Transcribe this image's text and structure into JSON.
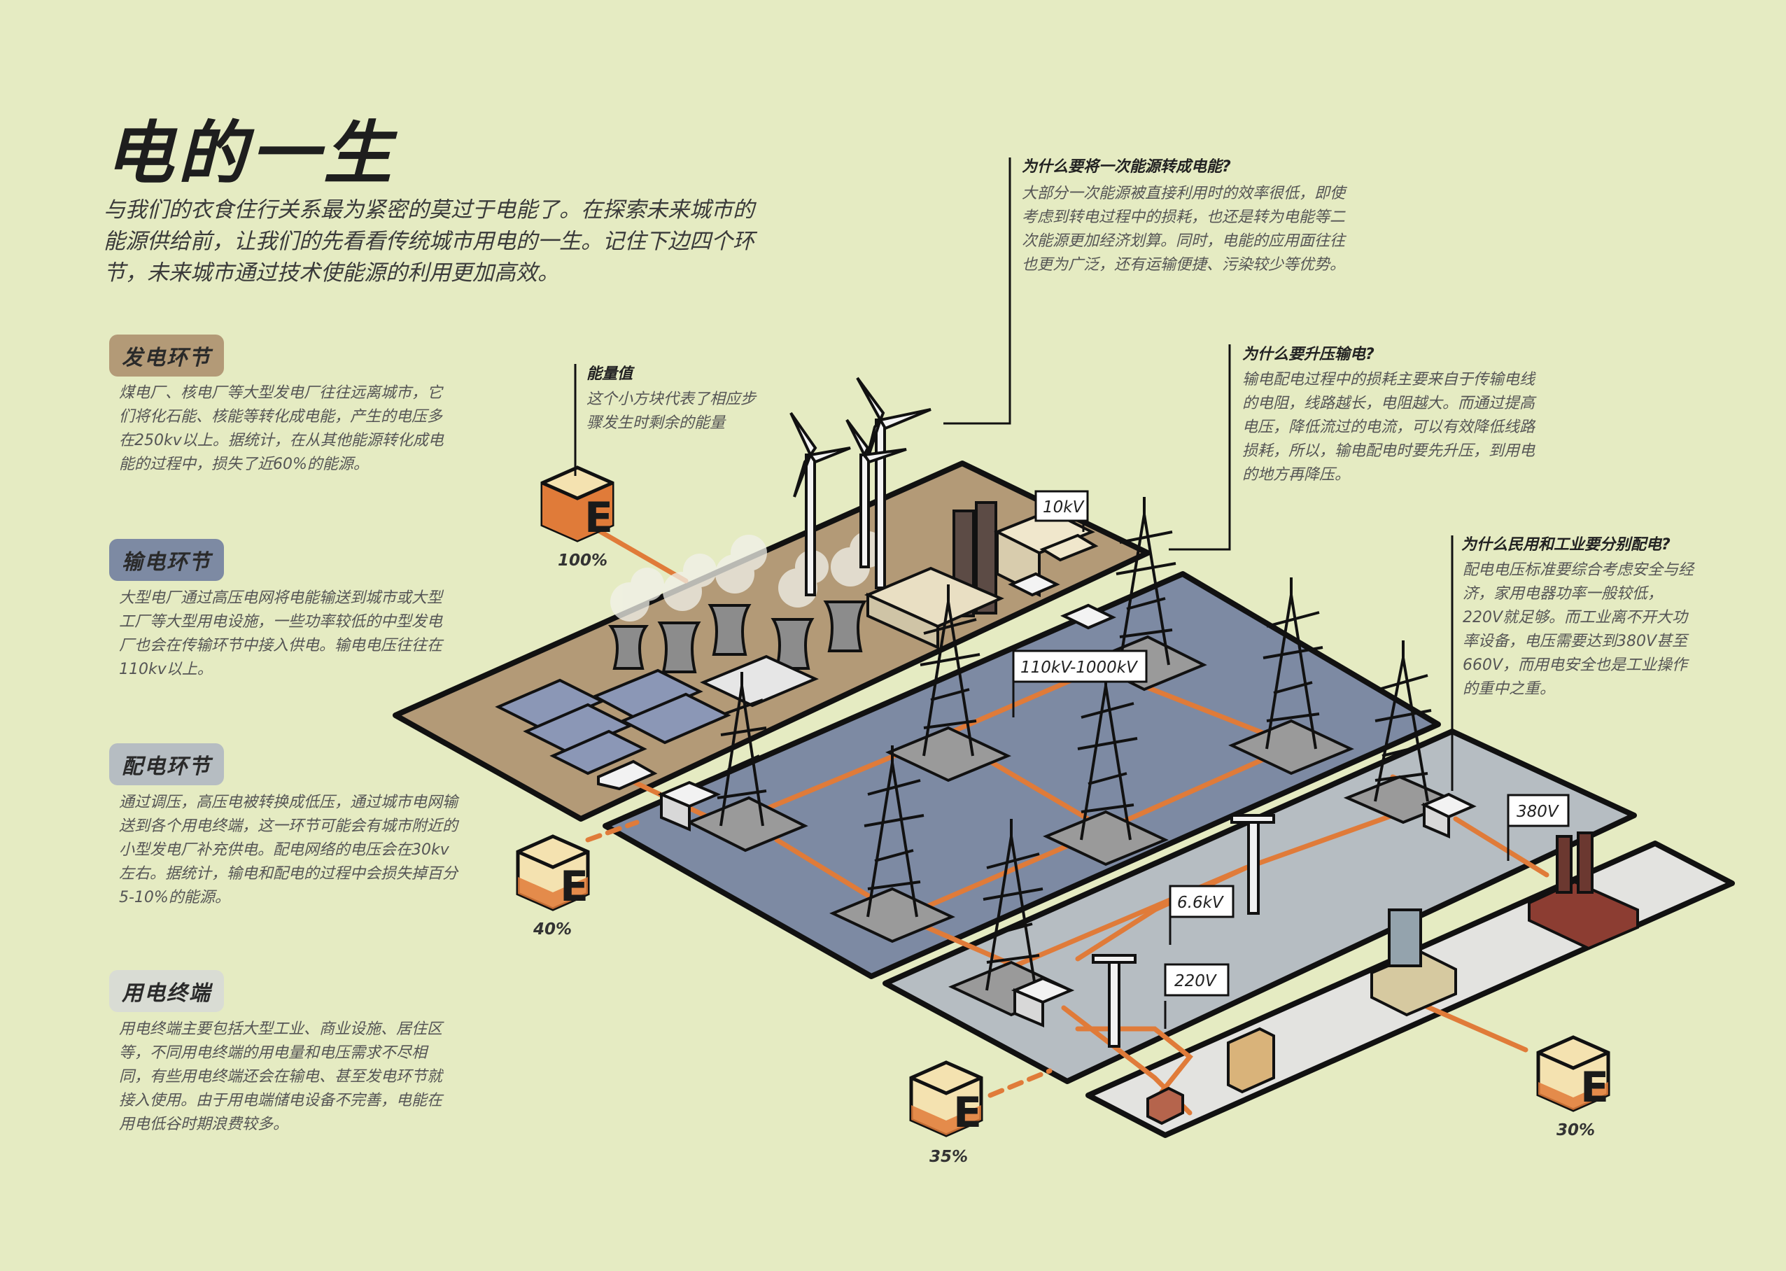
{
  "title": "电的一生",
  "intro": "与我们的衣食住行关系最为紧密的莫过于电能了。在探索未来城市的能源供给前，让我们的先看看传统城市用电的一生。记住下边四个环节，未来城市通过技术使能源的利用更加高效。",
  "sections": {
    "generation": {
      "label": "发电环节",
      "text": "煤电厂、核电厂等大型发电厂往往远离城市，它们将化石能、核能等转化成电能，产生的电压多在250kv以上。据统计，在从其他能源转化成电能的过程中，损失了近60%的能源。"
    },
    "transmission": {
      "label": "输电环节",
      "text": "大型电厂通过高压电网将电能输送到城市或大型工厂等大型用电设施，一些功率较低的中型发电厂也会在传输环节中接入供电。输电电压往往在110kv以上。"
    },
    "distribution": {
      "label": "配电环节",
      "text": "通过调压，高压电被转换成低压，通过城市电网输送到各个用电终端，这一环节可能会有城市附近的小型发电厂补充供电。配电网络的电压会在30kv左右。据统计，输电和配电的过程中会损失掉百分5-10%的能源。"
    },
    "enduse": {
      "label": "用电终端",
      "text": "用电终端主要包括大型工业、商业设施、居住区等，不同用电终端的用电量和电压需求不尽相同，有些用电终端还会在输电、甚至发电环节就接入使用。由于用电端储电设备不完善，电能在用电低谷时期浪费较多。"
    }
  },
  "notes": {
    "energy_value": {
      "title": "能量值",
      "text": "这个小方块代表了相应步骤发生时剩余的能量"
    },
    "why_convert": {
      "title": "为什么要将一次能源转成电能?",
      "text": "大部分一次能源被直接利用时的效率很低，即使考虑到转电过程中的损耗，也还是转为电能等二次能源更加经济划算。同时，电能的应用面往往也更为广泛，还有运输便捷、污染较少等优势。"
    },
    "why_boost": {
      "title": "为什么要升压输电?",
      "text": "输电配电过程中的损耗主要来自于传输电线的电阻，线路越长，电阻越大。而通过提高电压，降低流过的电流，可以有效降低线路损耗，所以，输电配电时要先升压，到用电的地方再降压。"
    },
    "why_separate": {
      "title": "为什么民用和工业要分别配电?",
      "text": "配电电压标准要综合考虑安全与经济，家用电器功率一般较低，220V就足够。而工业离不开大功率设备，电压需要达到380V甚至660V，而用电安全也是工业操作的重中之重。"
    }
  },
  "voltages": {
    "v10k": "10kV",
    "v110k": "110kV-1000kV",
    "v380": "380V",
    "v66k": "6.6kV",
    "v220": "220V"
  },
  "energy_cubes": {
    "letter": "E",
    "c1": {
      "pct": "100%",
      "fill": 1.0
    },
    "c2": {
      "pct": "40%",
      "fill": 0.4
    },
    "c3": {
      "pct": "35%",
      "fill": 0.35
    },
    "c4": {
      "pct": "30%",
      "fill": 0.3
    }
  },
  "colors": {
    "background": "#e5ebc2",
    "generation_plane": "#b39a77",
    "transmission_plane": "#7d8aa3",
    "distribution_plane": "#b6bdc2",
    "enduse_plane": "#e3e3e0",
    "power_line": "#e07b39",
    "energy_cube": "#e07b39"
  }
}
